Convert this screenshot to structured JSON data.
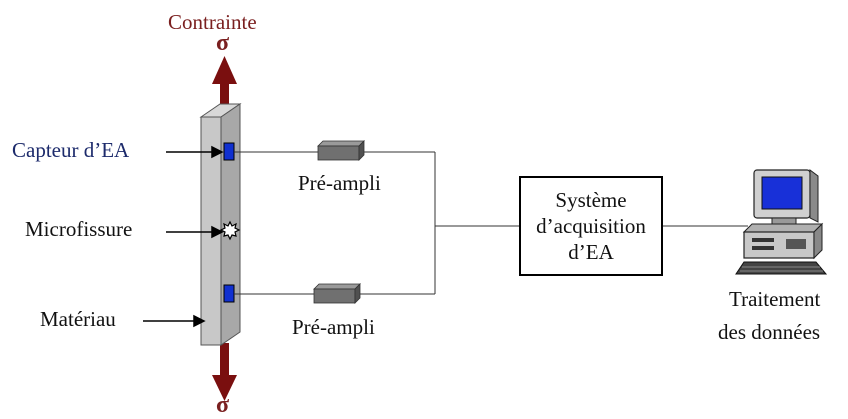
{
  "top_stress": {
    "label": "Contrainte",
    "symbol": "σ"
  },
  "bottom_stress": {
    "symbol": "σ"
  },
  "left_labels": {
    "sensor": "Capteur d’EA",
    "microcrack": "Microfissure",
    "material": "Matériau"
  },
  "preamp": {
    "top_label": "Pré-ampli",
    "bottom_label": "Pré-ampli"
  },
  "acquisition": {
    "line1": "Système",
    "line2": "d’acquisition",
    "line3": "d’EA"
  },
  "computer": {
    "line1": "Traitement",
    "line2": "des données"
  },
  "colors": {
    "stress_arrow": "#7a0f0f",
    "material_bar": "#c8c8c8",
    "sensor": "#1030d0",
    "preamp": "#6e6e6e",
    "label_blue": "#1c2a6b"
  }
}
